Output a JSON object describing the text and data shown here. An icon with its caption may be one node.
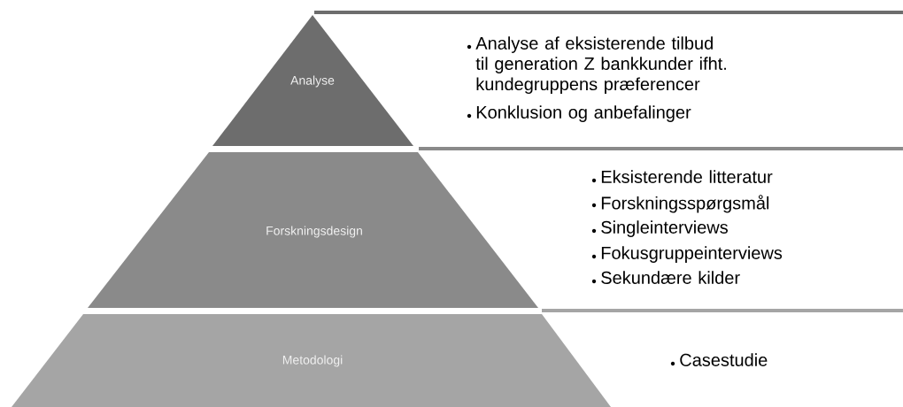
{
  "diagram": {
    "nodes": [
      {
        "text": [
          "Analyse"
        ],
        "beside": [
          "Analyse af eksisterende tilbud til generation Z bankkunder ifht. kundegruppens præferencer",
          "Konklusion og anbefalinger"
        ]
      },
      {
        "text": [
          "Forskningsdesign"
        ],
        "beside": [
          "Eksisterende litteratur",
          "Forskningsspørgsmål",
          "Singleinterviews",
          "Fokusgruppeinterviews",
          "Sekundære kilder"
        ]
      },
      {
        "text": [
          "Metodologi"
        ],
        "beside": [
          "Casestudie"
        ]
      }
    ]
  }
}
